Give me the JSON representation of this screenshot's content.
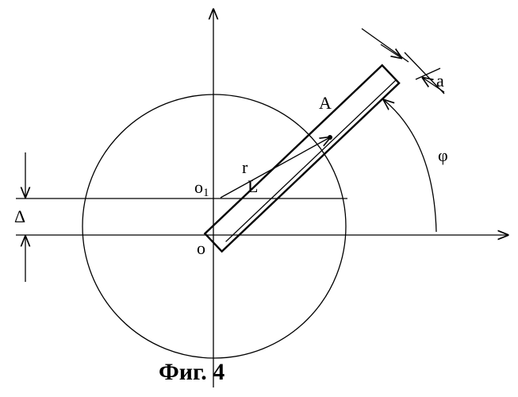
{
  "labels": {
    "angle": "φ",
    "point_a": "A",
    "width": "a",
    "radius": "r",
    "length": "L",
    "center_o1": "o",
    "center_o1_sub": "1",
    "origin": "o",
    "offset": "Δ"
  },
  "caption": "Фиг. 4"
}
